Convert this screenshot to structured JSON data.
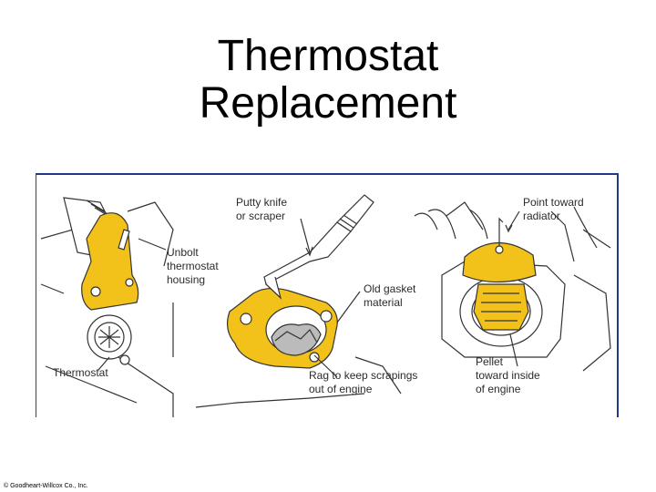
{
  "title": {
    "line1": "Thermostat",
    "line2": "Replacement"
  },
  "figure": {
    "labels": {
      "unbolt_1": "Unbolt",
      "unbolt_2": "thermostat",
      "unbolt_3": "housing",
      "thermostat": "Thermostat",
      "putty_1": "Putty knife",
      "putty_2": "or scraper",
      "gasket_1": "Old gasket",
      "gasket_2": "material",
      "rag_1": "Rag to keep scrapings",
      "rag_2": "out of engine",
      "point_1": "Point toward",
      "point_2": "radiator",
      "pellet_1": "Pellet",
      "pellet_2": "toward inside",
      "pellet_3": "of engine"
    },
    "colors": {
      "highlight": "#f2c21a",
      "line": "#333333",
      "frame": "#1f3a8a"
    }
  },
  "footer": {
    "copyright": "© Goodheart-Willcox Co., Inc."
  }
}
